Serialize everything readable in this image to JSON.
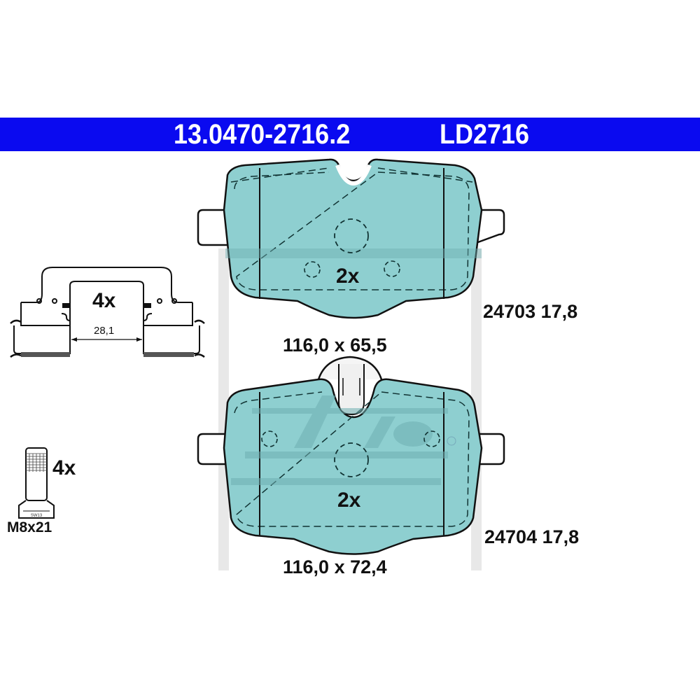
{
  "header": {
    "part_number": "13.0470-2716.2",
    "ld_code": "LD2716",
    "background_color": "#0a0af0",
    "text_color": "#ffffff"
  },
  "clip_kit": {
    "quantity": "4x",
    "dimension": "28,1"
  },
  "bolt": {
    "quantity": "4x",
    "size": "M8x21",
    "head_marking": "SW13"
  },
  "pads": [
    {
      "position": "upper",
      "quantity": "2x",
      "dimensions": "116,0 x 65,5",
      "wva_thickness": "24703 17,8",
      "fill_color": "#8ecfd0"
    },
    {
      "position": "lower",
      "quantity": "2x",
      "dimensions": "116,0 x 72,4",
      "wva_thickness": "24704 17,8",
      "fill_color": "#8ecfd0"
    }
  ],
  "watermark": {
    "text": "Ate",
    "registered_symbol": "®"
  }
}
